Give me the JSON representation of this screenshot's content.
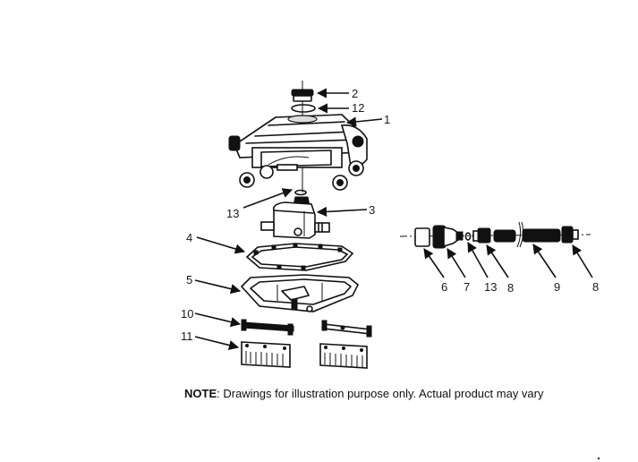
{
  "diagram": {
    "type": "exploded-parts-view",
    "callouts": [
      {
        "id": "c2",
        "label": "2"
      },
      {
        "id": "c12",
        "label": "12"
      },
      {
        "id": "c1",
        "label": "1"
      },
      {
        "id": "c13a",
        "label": "13"
      },
      {
        "id": "c3",
        "label": "3"
      },
      {
        "id": "c4",
        "label": "4"
      },
      {
        "id": "c5",
        "label": "5"
      },
      {
        "id": "c10",
        "label": "10"
      },
      {
        "id": "c11",
        "label": "11"
      },
      {
        "id": "c6",
        "label": "6"
      },
      {
        "id": "c7",
        "label": "7"
      },
      {
        "id": "c13b",
        "label": "13"
      },
      {
        "id": "c8a",
        "label": "8"
      },
      {
        "id": "c9",
        "label": "9"
      },
      {
        "id": "c8b",
        "label": "8"
      }
    ],
    "parts": [
      "cap",
      "o-ring",
      "main-body",
      "o-ring-lower",
      "valve-housing",
      "gasket-frame",
      "base-plate",
      "brush-bar",
      "comb-brush",
      "hose-nut",
      "hose-adapter",
      "o-ring-hose",
      "hose-connector",
      "hose-section",
      "hose-connector-end"
    ]
  },
  "note": {
    "label": "NOTE",
    "text": ": Drawings for illustration purpose only. Actual product may vary"
  }
}
